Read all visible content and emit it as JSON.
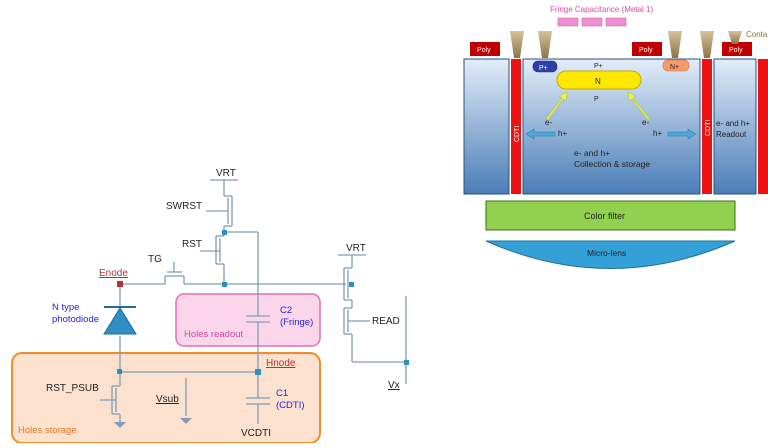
{
  "circuit": {
    "vrt_top": "VRT",
    "swrst": "SWRST",
    "rst": "RST",
    "tg": "TG",
    "vrt_right": "VRT",
    "enode": "Enode",
    "photodiode_line1": "N type",
    "photodiode_line2": "photodiode",
    "c2_line1": "C2",
    "c2_line2": "(Fringe)",
    "holes_readout": "Holes readout",
    "read": "READ",
    "hnode": "Hnode",
    "rst_psub": "RST_PSUB",
    "vsub": "Vsub",
    "c1_line1": "C1",
    "c1_line2": "(CDTI)",
    "holes_storage": "Holes storage",
    "vcdti": "VCDTI",
    "vx": "Vx"
  },
  "cross_section": {
    "fringe_label": "Fringe Capacitance (Metal 1)",
    "contact_label": "Conta",
    "poly_left": "Poly",
    "poly_mid": "Poly",
    "poly_right": "Poly",
    "p_plus_left": "P+",
    "p_plus_top": "P+",
    "n_plus": "N+",
    "n_region": "N",
    "p_region": "P",
    "cdti_left": "CDTI",
    "cdti_right": "CDTI",
    "electron_left": "e-",
    "hole_left": "h+",
    "electron_right": "e-",
    "hole_right": "h+",
    "collection_line1": "e- and h+",
    "collection_line2": "Collection & storage",
    "readout_line1": "e- and h+",
    "readout_line2": "Readout",
    "color_filter": "Color filter",
    "micro_lens": "Micro-lens"
  },
  "colors": {
    "wire": "#7f9db9",
    "label_blue": "#2222dd",
    "storage_fill": "#fde1cf",
    "storage_border": "#f28c28",
    "storage_text": "#e8771a",
    "readout_fill": "#fbd6ea",
    "readout_border": "#e36fb0",
    "readout_text": "#d0489a",
    "photodiode": "#2f8fc4",
    "node_red": "#b33232",
    "silicon_top": "#dce8f5",
    "silicon_bottom": "#4f80b9",
    "cdti_red": "#ee1111",
    "poly_red": "#c00000",
    "metal_pink": "#ef8fd0",
    "n_yellow": "#ffe800",
    "arrow_blue": "#4fa7d8",
    "color_filter_green": "#92d050",
    "lens_blue": "#35a0d8"
  }
}
